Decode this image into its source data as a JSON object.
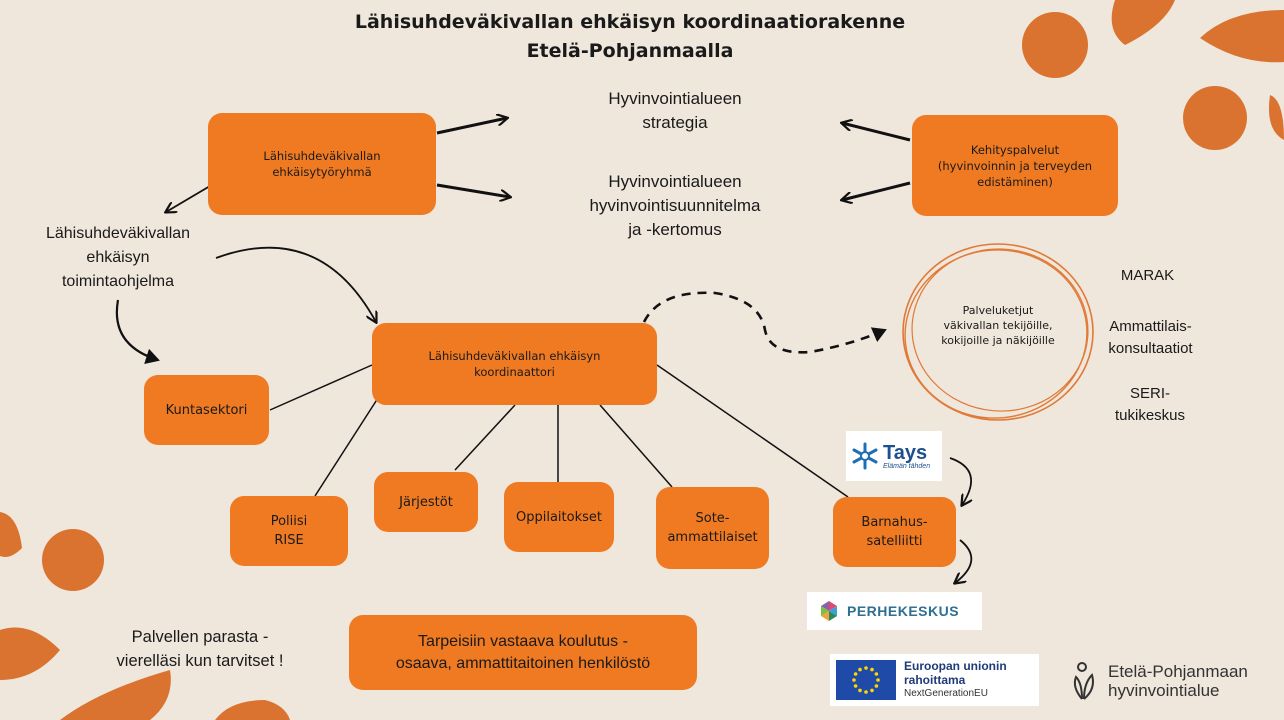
{
  "title": {
    "line1": "Lähisuhdeväkivallan ehkäisyn koordinaatiorakenne",
    "line2": "Etelä-Pohjanmaalla"
  },
  "workgroup": {
    "line1": "Lähisuhdeväkivallan",
    "line2": "ehkäisytyöryhmä"
  },
  "development": {
    "line1": "Kehityspalvelut",
    "line2": "(hyvinvoinnin ja terveyden",
    "line3": "edistäminen)"
  },
  "strategy": {
    "line1": "Hyvinvointialueen",
    "line2": "strategia"
  },
  "plan": {
    "line1": "Hyvinvointialueen",
    "line2": "hyvinvointisuunnitelma",
    "line3": "ja -kertomus"
  },
  "program": {
    "line1": "Lähisuhdeväkivallan",
    "line2": "ehkäisyn",
    "line3": "toimintaohjelma"
  },
  "coordinator": {
    "line1": "Lähisuhdeväkivallan ehkäisyn",
    "line2": "koordinaattori"
  },
  "municipal": {
    "label": "Kuntasektori"
  },
  "police": {
    "line1": "Poliisi",
    "line2": "RISE"
  },
  "organizations": {
    "label": "Järjestöt"
  },
  "schools": {
    "label": "Oppilaitokset"
  },
  "sote": {
    "line1": "Sote-",
    "line2": "ammattilaiset"
  },
  "barnahus": {
    "line1": "Barnahus-",
    "line2": "satelliitti"
  },
  "service_chains": {
    "line1": "Palveluketjut",
    "line2": "väkivallan tekijöille,",
    "line3": "kokijoille ja näkijöille"
  },
  "side_services": {
    "marak": "MARAK",
    "consult_line1": "Ammattilais-",
    "consult_line2": "konsultaatiot",
    "seri_line1": "SERI-",
    "seri_line2": "tukikeskus"
  },
  "slogan": {
    "line1": "Palvellen parasta -",
    "line2": "vierelläsi kun tarvitset !"
  },
  "training": {
    "line1": "Tarpeisiin vastaava koulutus -",
    "line2": "osaava, ammattitaitoinen henkilöstö"
  },
  "logos": {
    "tays_name": "Tays",
    "tays_tagline": "Elämän tähden",
    "perhekeskus": "PERHEKESKUS",
    "eu_line1": "Euroopan unionin",
    "eu_line2": "rahoittama",
    "eu_line3": "NextGenerationEU",
    "ep_line1": "Etelä-Pohjanmaan",
    "ep_line2": "hyvinvointialue"
  },
  "colors": {
    "background": "#efe6dc",
    "box_orange": "#ef7a22",
    "deco_orange": "#d9732f",
    "eu_blue": "#1f4aa8",
    "eu_star": "#ffd700"
  }
}
